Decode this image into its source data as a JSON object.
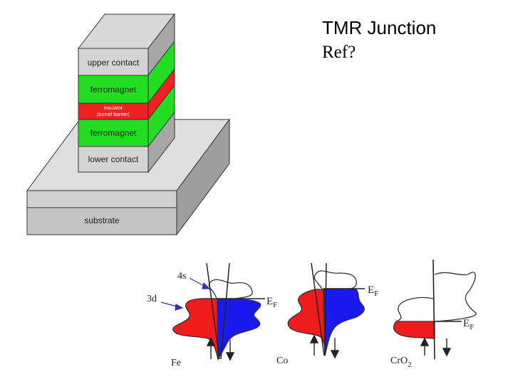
{
  "slide": {
    "title": "TMR Junction",
    "ref": "Ref?"
  },
  "stack": {
    "layers": {
      "upper_contact": "upper contact",
      "ferromagnet_top": "ferromagnet",
      "insulator_line1": "insulator",
      "insulator_line2": "(tunnel barrier)",
      "ferromagnet_bottom": "ferromagnet",
      "lower_contact": "lower contact",
      "substrate": "substrate"
    },
    "colors": {
      "contact": "#d4d4d4",
      "ferromagnet": "#22dd22",
      "insulator": "#ee2222",
      "substrate": "#c8c8c8"
    }
  },
  "dos": {
    "labels": {
      "band_4s": "4s",
      "band_3d": "3d",
      "fermi_fe": "E",
      "fermi_co": "E",
      "fermi_cro2": "E",
      "fermi_sub": "F"
    },
    "materials": {
      "fe": "Fe",
      "co": "Co",
      "cro2_main": "CrO",
      "cro2_sub": "2"
    },
    "colors": {
      "spin_up": "#ee1c1c",
      "spin_down": "#1a1aee"
    }
  }
}
